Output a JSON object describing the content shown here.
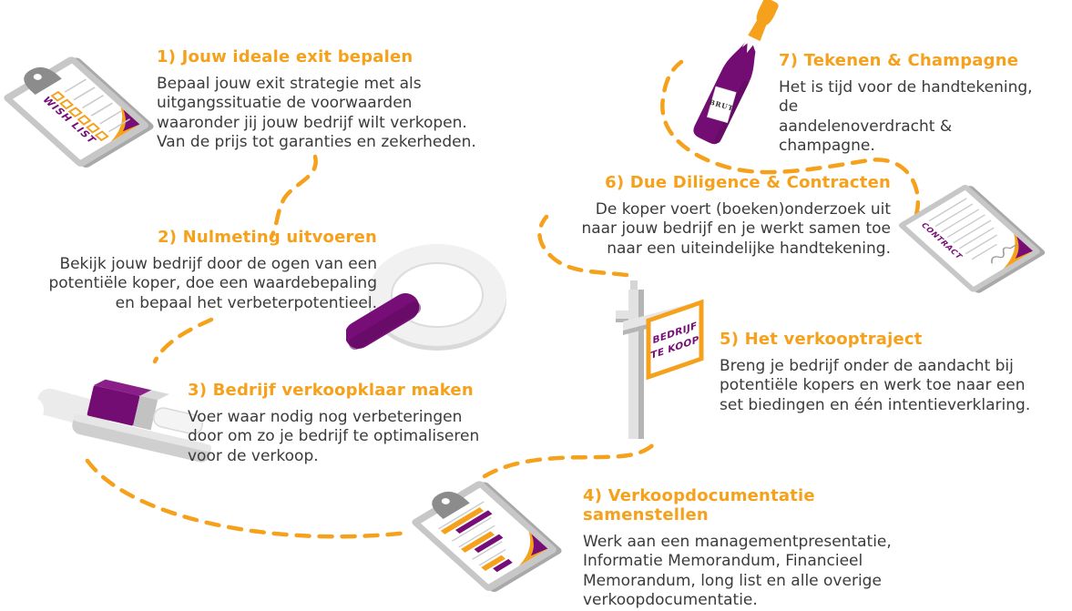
{
  "colors": {
    "accent_orange": "#F5A11C",
    "accent_purple": "#770E77",
    "body_text": "#3B3B3B",
    "tool_gray": "#C9C9C9"
  },
  "steps": [
    {
      "title": "1) Jouw ideale exit bepalen",
      "body": "Bepaal jouw exit strategie met als\nuitgangssituatie de voorwaarden\nwaaronder jij jouw bedrijf wilt verkopen.\nVan de prijs tot garanties en zekerheden."
    },
    {
      "title": "2) Nulmeting uitvoeren",
      "body": "Bekijk jouw bedrijf door de ogen van een\npotentiële koper, doe een waardebepaling\nen bepaal het verbeterpotentieel."
    },
    {
      "title": "3) Bedrijf verkoopklaar maken",
      "body": "Voer waar nodig nog verbeteringen\ndoor om zo je bedrijf te optimaliseren\nvoor de verkoop."
    },
    {
      "title": "4) Verkoopdocumentatie samenstellen",
      "body": "Werk aan een managementpresentatie,\nInformatie Memorandum, Financieel\nMemorandum, long list en alle overige\nverkoopdocumentatie."
    },
    {
      "title": "5) Het verkooptraject",
      "body": "Breng je bedrijf onder de aandacht bij\npotentiële kopers en werk toe naar een\nset biedingen en één intentieverklaring."
    },
    {
      "title": "6) Due Diligence & Contracten",
      "body": "De koper voert (boeken)onderzoek uit\nnaar jouw bedrijf en je werkt samen toe\nnaar een uiteindelijke handtekening."
    },
    {
      "title": "7) Tekenen & Champagne",
      "body": "Het is tijd voor de handtekening, de\naandelenoverdracht & champagne."
    }
  ],
  "icons": {
    "step1": "wishlist-clipboard",
    "step2": "magnifying-glass",
    "step3": "hammer-and-brush",
    "step4": "bar-chart-clipboard",
    "step5": "for-sale-sign",
    "step6": "contract-document",
    "step7": "champagne-bottle",
    "wishlist_label": "WISH LIST",
    "contract_label": "CONTRACT",
    "sign_line1": "BEDRIJF",
    "sign_line2": "TE KOOP",
    "bottle_label": "BRUT"
  }
}
